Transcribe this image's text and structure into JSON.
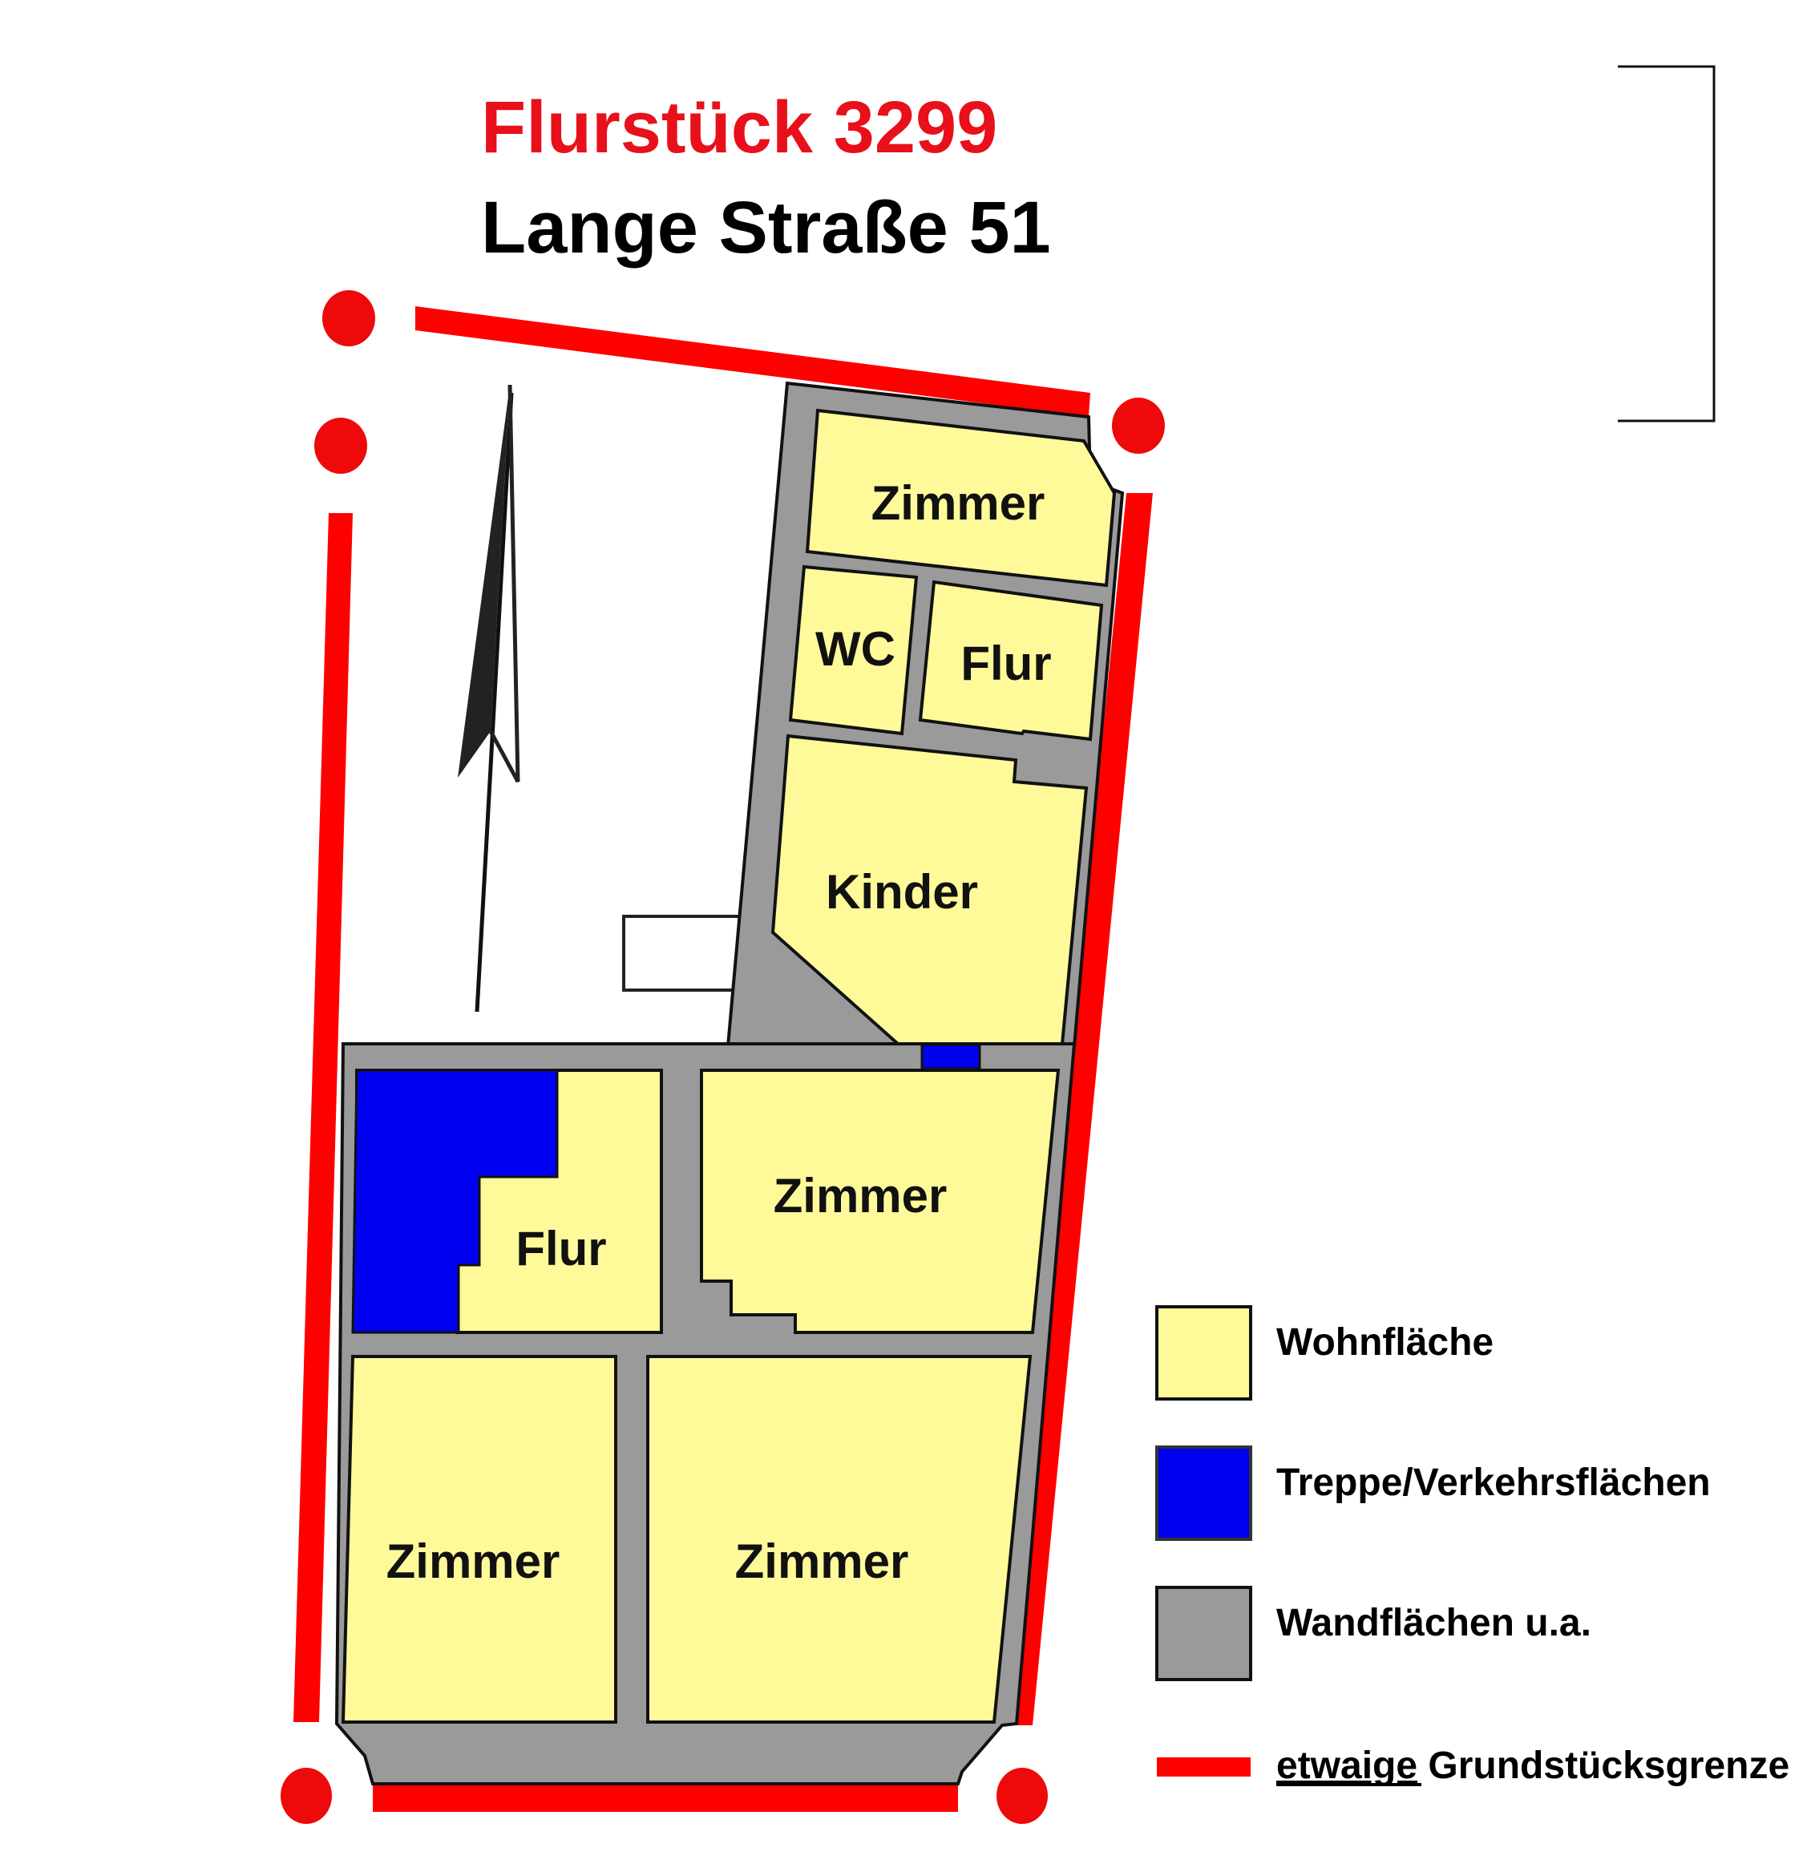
{
  "header": {
    "parcel_title": "Flurstück 3299",
    "address": "Lange Straße 51"
  },
  "colors": {
    "living_area": "#fefa9a",
    "stairs_traffic": "#0000f0",
    "walls": "#9a9a9a",
    "boundary": "#ff0000",
    "title_red": "#e8101a"
  },
  "rooms": [
    {
      "id": "zimmer-top",
      "label": "Zimmer"
    },
    {
      "id": "wc",
      "label": "WC"
    },
    {
      "id": "flur-top",
      "label": "Flur"
    },
    {
      "id": "kinder",
      "label": "Kinder"
    },
    {
      "id": "flur-mid",
      "label": "Flur"
    },
    {
      "id": "zimmer-mid",
      "label": "Zimmer"
    },
    {
      "id": "zimmer-bottom-left",
      "label": "Zimmer"
    },
    {
      "id": "zimmer-bottom-right",
      "label": "Zimmer"
    }
  ],
  "legend": {
    "items": [
      {
        "label": "Wohnfläche",
        "swatch": "yellow"
      },
      {
        "label": "Treppe/Verkehrsflächen",
        "swatch": "blue"
      },
      {
        "label": "Wandflächen u.a.",
        "swatch": "gray"
      },
      {
        "label_underlined": "etwaige",
        "label_rest": " Grundstücksgrenze",
        "swatch": "red-line"
      }
    ]
  },
  "north_arrow": {
    "icon": "north-arrow-icon"
  }
}
